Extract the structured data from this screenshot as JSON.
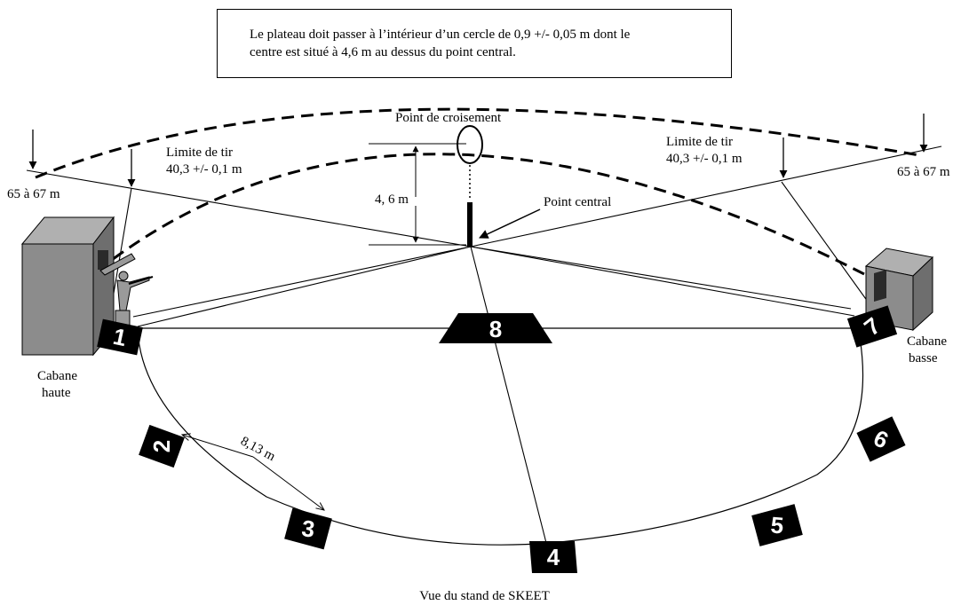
{
  "note": {
    "line1": "Le plateau doit passer à l’intérieur d’un cercle de 0,9 +/- 0,05 m dont le",
    "line2": "centre est situé à 4,6 m au dessus du point central."
  },
  "labels": {
    "point_croisement": "Point de croisement",
    "point_central": "Point central",
    "hauteur": "4, 6 m",
    "limite_left_1": "Limite de tir",
    "limite_left_2": "40,3 +/- 0,1 m",
    "limite_right_1": "Limite de tir",
    "limite_right_2": "40,3 +/- 0,1 m",
    "distance_left": "65 à 67 m",
    "distance_right": "65 à 67 m",
    "cabane_haute_1": "Cabane",
    "cabane_haute_2": "haute",
    "cabane_basse_1": "Cabane",
    "cabane_basse_2": "basse",
    "spacing": "8,13 m"
  },
  "stations": [
    "1",
    "2",
    "3",
    "4",
    "5",
    "6",
    "7",
    "8"
  ],
  "caption": "Vue du stand de SKEET",
  "colors": {
    "ink": "#000000",
    "hut_front": "#8c8c8c",
    "hut_side": "#6e6e6e",
    "hut_top": "#b0b0b0"
  }
}
